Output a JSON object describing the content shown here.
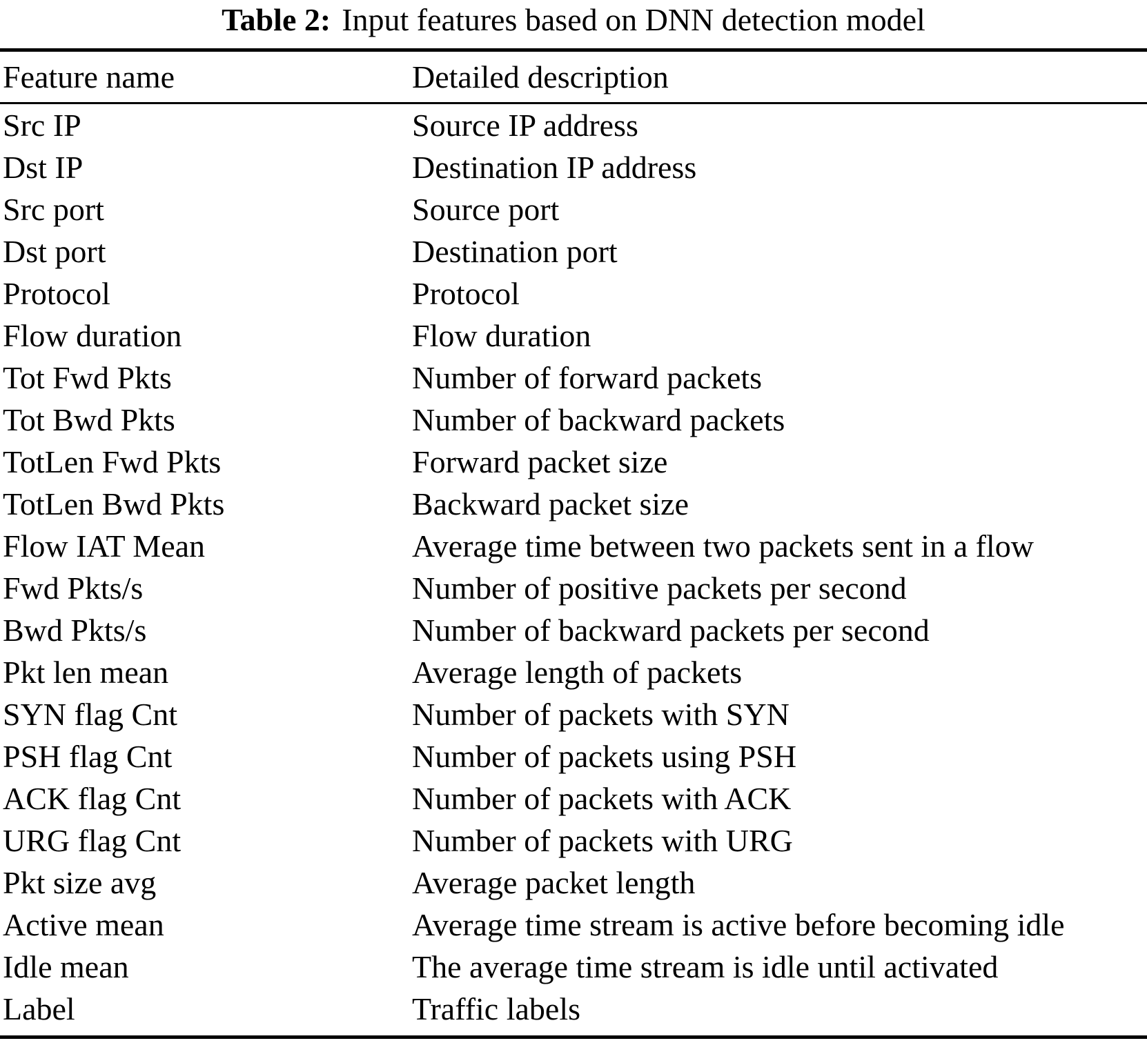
{
  "caption": {
    "label": "Table 2:",
    "text": "Input features based on DNN detection model"
  },
  "table": {
    "columns": [
      "Feature name",
      "Detailed description"
    ],
    "rows": [
      {
        "feature": "Src IP",
        "description": "Source IP address"
      },
      {
        "feature": "Dst IP",
        "description": "Destination IP address"
      },
      {
        "feature": "Src port",
        "description": "Source port"
      },
      {
        "feature": "Dst port",
        "description": "Destination port"
      },
      {
        "feature": "Protocol",
        "description": "Protocol"
      },
      {
        "feature": "Flow duration",
        "description": "Flow duration"
      },
      {
        "feature": "Tot Fwd Pkts",
        "description": "Number of forward packets"
      },
      {
        "feature": "Tot Bwd Pkts",
        "description": "Number of backward packets"
      },
      {
        "feature": "TotLen Fwd Pkts",
        "description": "Forward packet size"
      },
      {
        "feature": "TotLen Bwd Pkts",
        "description": "Backward packet size"
      },
      {
        "feature": "Flow IAT Mean",
        "description": "Average time between two packets sent in a flow"
      },
      {
        "feature": "Fwd Pkts/s",
        "description": "Number of positive packets per second"
      },
      {
        "feature": "Bwd Pkts/s",
        "description": "Number of backward packets per second"
      },
      {
        "feature": "Pkt len mean",
        "description": "Average length of packets"
      },
      {
        "feature": "SYN flag Cnt",
        "description": "Number of packets with SYN"
      },
      {
        "feature": "PSH flag Cnt",
        "description": "Number of packets using PSH"
      },
      {
        "feature": "ACK flag Cnt",
        "description": "Number of packets with ACK"
      },
      {
        "feature": "URG flag Cnt",
        "description": "Number of packets with URG"
      },
      {
        "feature": "Pkt size avg",
        "description": "Average packet length"
      },
      {
        "feature": "Active mean",
        "description": "Average time stream is active before becoming idle"
      },
      {
        "feature": "Idle mean",
        "description": "The average time stream is idle until activated"
      },
      {
        "feature": "Label",
        "description": "Traffic labels"
      }
    ]
  }
}
